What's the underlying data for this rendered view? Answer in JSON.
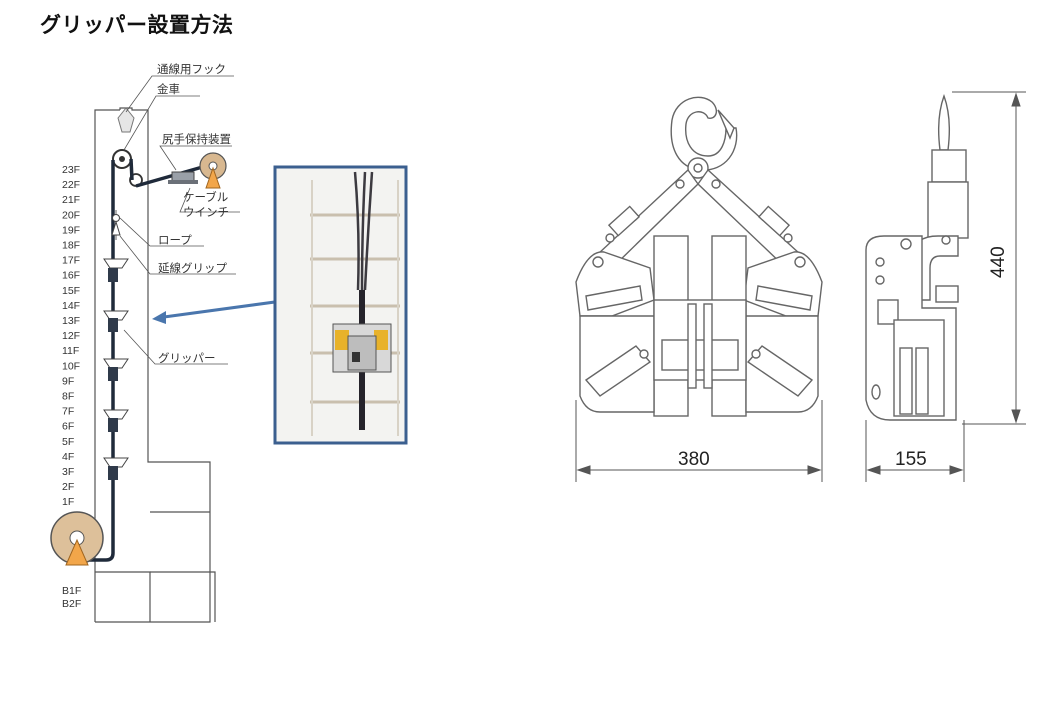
{
  "title": "グリッパー設置方法",
  "install_diagram": {
    "labels": {
      "hook": "通線用フック",
      "pulley": "金車",
      "holder": "尻手保持装置",
      "winch_line1": "ケーブル",
      "winch_line2": "ウインチ",
      "rope": "ロープ",
      "extension_grip": "延線グリップ",
      "gripper": "グリッパー"
    },
    "floors": [
      "23F",
      "22F",
      "21F",
      "20F",
      "19F",
      "18F",
      "17F",
      "16F",
      "15F",
      "14F",
      "13F",
      "12F",
      "11F",
      "10F",
      "9F",
      "8F",
      "7F",
      "6F",
      "5F",
      "4F",
      "3F",
      "2F",
      "1F"
    ],
    "basement_floors": [
      "B1F",
      "B2F"
    ],
    "inset_frame_color": "#3b5f8f",
    "arrow_color": "#4a76ad",
    "gripper_accent_color": "#e8b22a"
  },
  "dimensions": {
    "width": "380",
    "depth": "155",
    "height": "440"
  }
}
